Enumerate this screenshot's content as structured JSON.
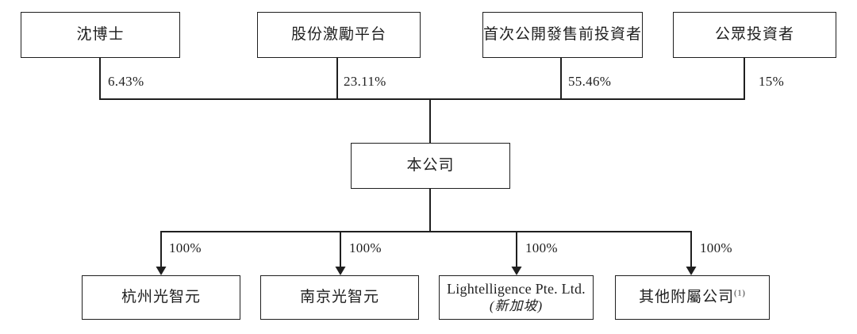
{
  "diagram": {
    "type": "shareholding-structure",
    "colors": {
      "line": "#1f1f1f",
      "text": "#1f1f1f",
      "background": "#ffffff"
    },
    "shareholders": [
      {
        "name": "沈博士",
        "percentage": "6.43%"
      },
      {
        "name": "股份激勵平台",
        "percentage": "23.11%"
      },
      {
        "name": "首次公開發售前投資者",
        "percentage": "55.46%"
      },
      {
        "name": "公眾投資者",
        "percentage": "15%"
      }
    ],
    "company": {
      "name": "本公司"
    },
    "subsidiaries": [
      {
        "name": "杭州光智元",
        "percentage": "100%"
      },
      {
        "name": "南京光智元",
        "percentage": "100%"
      },
      {
        "name": "Lightelligence Pte. Ltd.",
        "location": "(新加坡)",
        "percentage": "100%"
      },
      {
        "name": "其他附屬公司",
        "footnote": "(1)",
        "percentage": "100%"
      }
    ]
  }
}
